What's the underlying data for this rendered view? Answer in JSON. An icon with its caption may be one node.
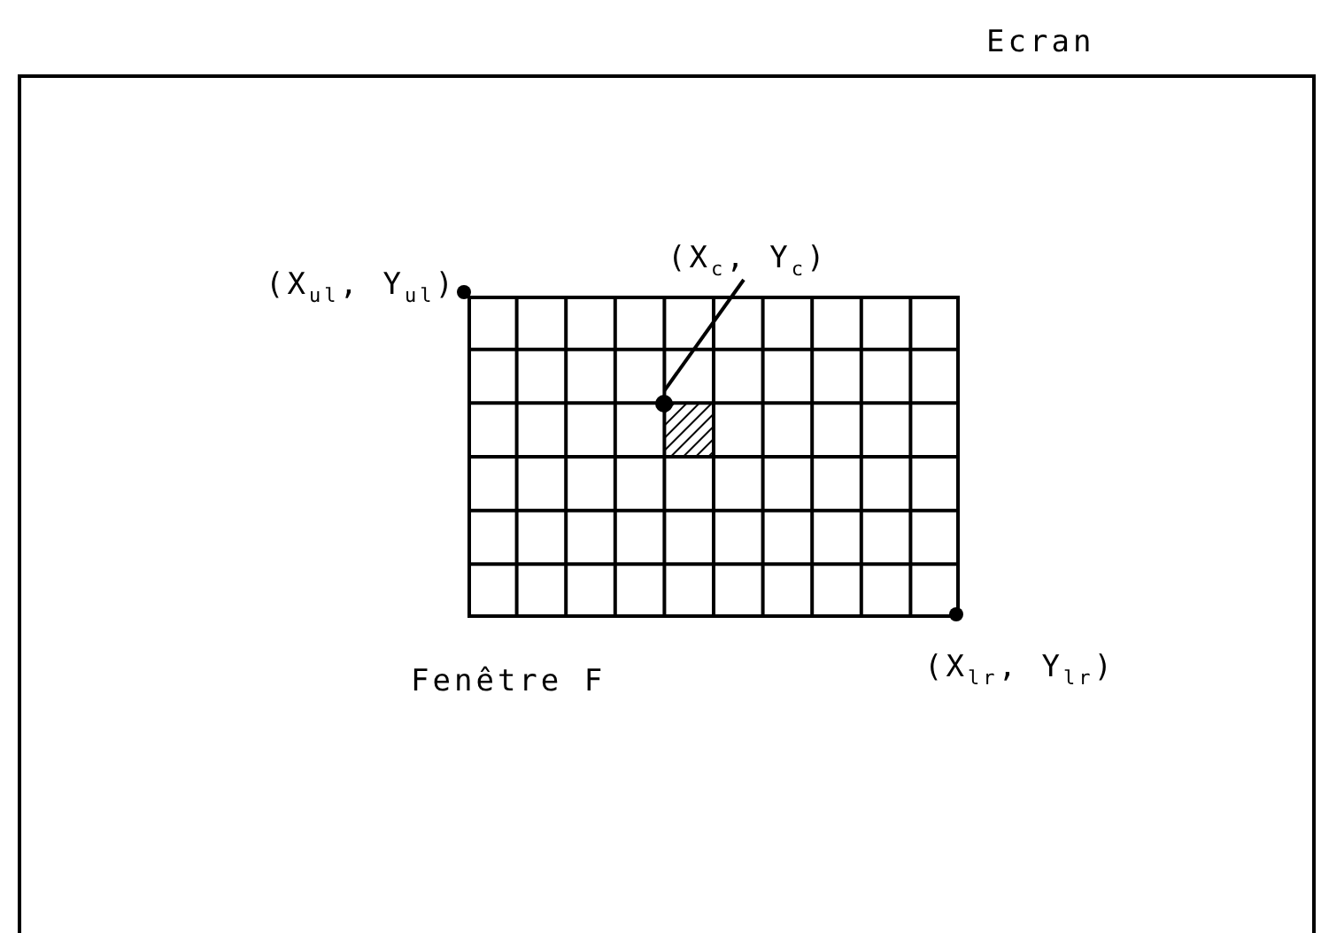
{
  "diagram": {
    "nodes": [
      {
        "text": [
          "Ecran"
        ]
      },
      {
        "text": [
          "Fenêtre F"
        ],
        "in": 0
      },
      {
        "text": [
          "(X$_{c}$, Y$_{c}$)"
        ],
        "in": 0
      },
      {
        "text": [],
        "shape": "circle",
        "in": 1
      }
    ],
    "edges": [
      {
        "from": 2,
        "to": 3,
        "arrow": "none"
      }
    ],
    "labels": [
      "(X$_{ul}$, Y$_{ul}$)",
      "(X$_{lr}$, Y$_{lr}$)"
    ]
  }
}
